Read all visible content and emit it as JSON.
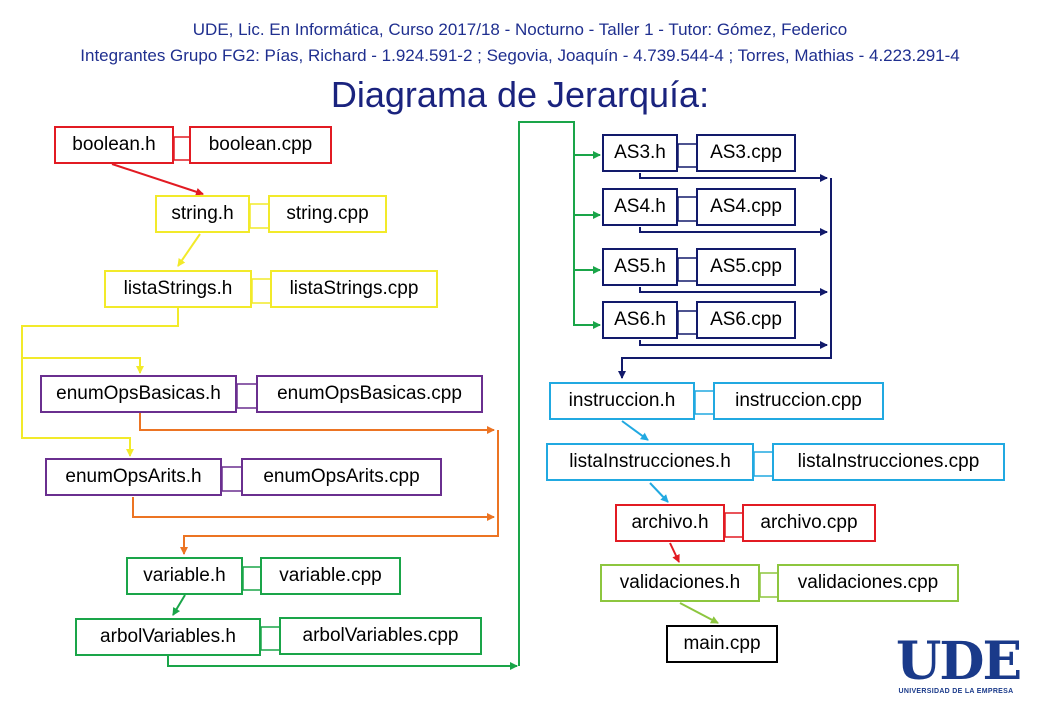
{
  "header": {
    "line1": "UDE, Lic. En Informática, Curso 2017/18 - Nocturno - Taller 1 - Tutor: Gómez, Federico",
    "line2": "Integrantes Grupo FG2: Pías, Richard - 1.924.591-2 ; Segovia, Joaquín - 4.739.544-4 ; Torres, Mathias - 4.223.291-4"
  },
  "title": "Diagrama de Jerarquía:",
  "modules": {
    "boolean": {
      "h": "boolean.h",
      "cpp": "boolean.cpp",
      "color": "#e21b23"
    },
    "string": {
      "h": "string.h",
      "cpp": "string.cpp",
      "color": "#f2ea2a"
    },
    "listaStrings": {
      "h": "listaStrings.h",
      "cpp": "listaStrings.cpp",
      "color": "#f2ea2a"
    },
    "enumOpsBasicas": {
      "h": "enumOpsBasicas.h",
      "cpp": "enumOpsBasicas.cpp",
      "color": "#6a2f8f"
    },
    "enumOpsArits": {
      "h": "enumOpsArits.h",
      "cpp": "enumOpsArits.cpp",
      "color": "#6a2f8f"
    },
    "variable": {
      "h": "variable.h",
      "cpp": "variable.cpp",
      "color": "#1aa549"
    },
    "arbolVariables": {
      "h": "arbolVariables.h",
      "cpp": "arbolVariables.cpp",
      "color": "#1aa549"
    },
    "as3": {
      "h": "AS3.h",
      "cpp": "AS3.cpp",
      "color": "#121a6b"
    },
    "as4": {
      "h": "AS4.h",
      "cpp": "AS4.cpp",
      "color": "#121a6b"
    },
    "as5": {
      "h": "AS5.h",
      "cpp": "AS5.cpp",
      "color": "#121a6b"
    },
    "as6": {
      "h": "AS6.h",
      "cpp": "AS6.cpp",
      "color": "#121a6b"
    },
    "instruccion": {
      "h": "instruccion.h",
      "cpp": "instruccion.cpp",
      "color": "#21a9e1"
    },
    "listaInstrucciones": {
      "h": "listaInstrucciones.h",
      "cpp": "listaInstrucciones.cpp",
      "color": "#21a9e1"
    },
    "archivo": {
      "h": "archivo.h",
      "cpp": "archivo.cpp",
      "color": "#e21b23"
    },
    "validaciones": {
      "h": "validaciones.h",
      "cpp": "validaciones.cpp",
      "color": "#8dc63f"
    },
    "main": {
      "cpp": "main.cpp",
      "color": "#000000"
    }
  },
  "logo": {
    "word": "UDE",
    "subtitle": "UNIVERSIDAD DE LA EMPRESA"
  }
}
